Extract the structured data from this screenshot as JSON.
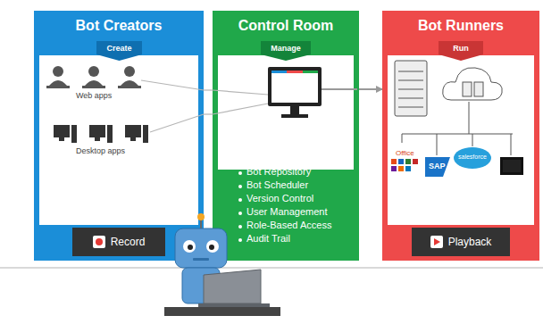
{
  "diagram": {
    "nodes": [
      {
        "text": [
          "Bot Creators"
        ]
      },
      {
        "text": [
          "Create"
        ],
        "in": 0
      },
      {
        "text": [
          "Record"
        ],
        "in": 0
      },
      {
        "text": [
          "Control Room"
        ]
      },
      {
        "text": [
          "Manage"
        ],
        "in": 3
      },
      {
        "text": [
          "Bot Runners"
        ]
      },
      {
        "text": [
          "Run"
        ],
        "in": 5
      },
      {
        "text": [
          "Playback"
        ],
        "in": 5
      }
    ],
    "edges": [
      {
        "from": 0,
        "to": 3,
        "arrow": "none"
      },
      {
        "from": 0,
        "to": 3,
        "arrow": "none"
      },
      {
        "from": 3,
        "to": 5,
        "arrow": "to"
      }
    ],
    "labels": [
      "Web apps",
      "Desktop apps",
      "Bot Repository",
      "Bot Scheduler",
      "Version Control",
      "User Management",
      "Role-Based Access",
      "Audit Trail",
      "Office",
      "SAP",
      "salesforce"
    ]
  }
}
